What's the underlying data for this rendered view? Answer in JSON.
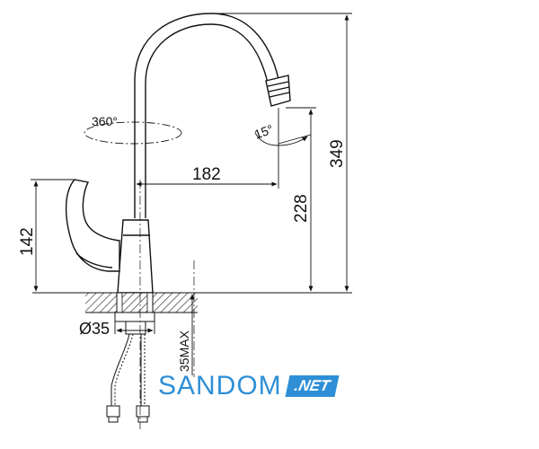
{
  "drawing": {
    "dimensions": {
      "rotation": "360°",
      "swivel_angle": "15°",
      "spout_reach": "182",
      "spout_height": "228",
      "total_height": "349",
      "handle_height": "142",
      "hole_diameter": "Ø35",
      "max_thickness": "35MAX"
    }
  },
  "brand": {
    "name": "SANDOM",
    "tld": ".NET"
  },
  "colors": {
    "line": "#111111",
    "brand": "#2f8fd6",
    "hatch": "#555555"
  }
}
